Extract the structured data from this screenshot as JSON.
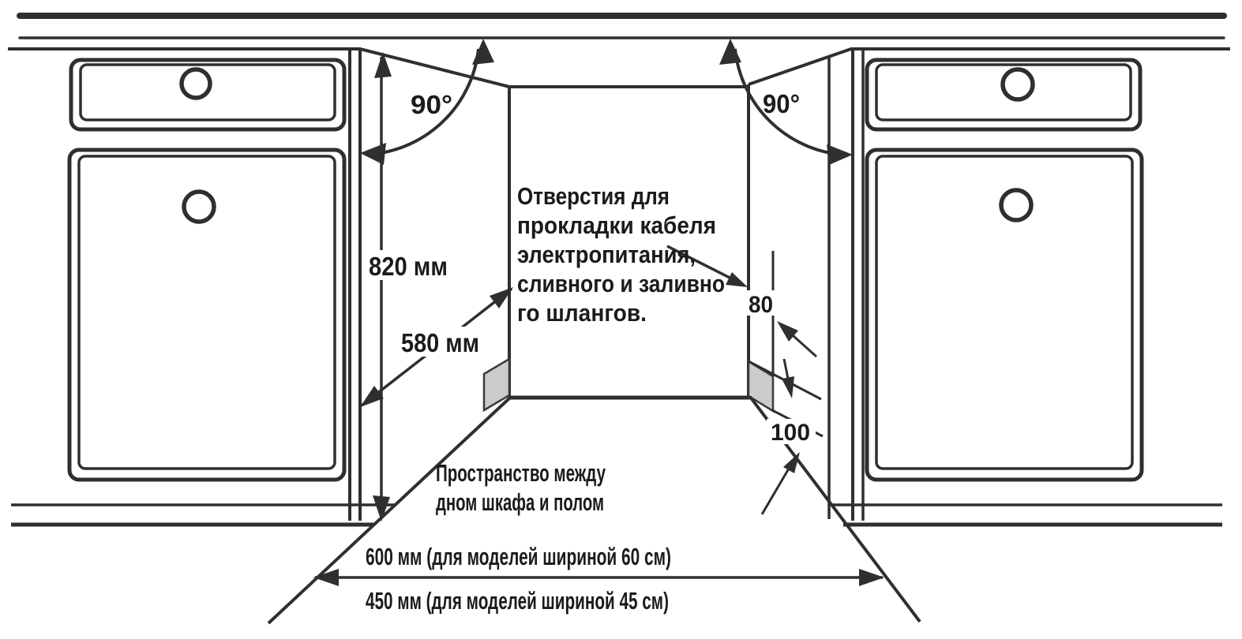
{
  "diagram": {
    "dimensions": {
      "door_angle_left": "90°",
      "door_angle_right": "90°",
      "niche_height": "820 мм",
      "niche_depth": "580 мм",
      "hole_offset": "80",
      "hole_bottom_clearance": "100",
      "width_60": "600 мм (для моделей шириной 60 см)",
      "width_45": "450 мм (для моделей шириной 45 см)"
    },
    "notes": {
      "holes": {
        "lines": [
          "Отверстия для",
          "прокладки кабеля",
          "электропитания,",
          "сливного и заливно",
          "го шлангов."
        ]
      },
      "floor_gap": {
        "lines": [
          "Пространство между",
          "дном шкафа и полом"
        ]
      }
    },
    "colors": {
      "line": "#2f2f2f",
      "hole_fill": "#cbcbcb",
      "text": "#1b1b1b",
      "background": "#ffffff"
    }
  }
}
